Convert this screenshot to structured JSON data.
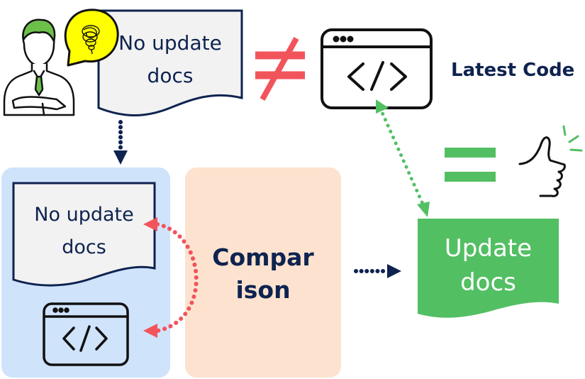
{
  "diagram": {
    "top_doc": {
      "line1": "No update",
      "line2": "docs"
    },
    "latest_code_label": "Latest Code",
    "not_equal_symbol": "≠",
    "left_panel_doc": {
      "line1": "No update",
      "line2": "docs"
    },
    "comparison": {
      "line1": "Compar",
      "line2": "ison"
    },
    "updated_doc": {
      "line1": "Update",
      "line2": "docs"
    },
    "icons": {
      "person": "businessman-arms-crossed-icon",
      "speech": "confused-speech-bubble-icon",
      "code_window": "code-window-icon",
      "thumbs_up": "thumbs-up-icon",
      "equal": "equal-sign-icon"
    },
    "colors": {
      "navy": "#0e2350",
      "red": "#f2545b",
      "green": "#52bf63",
      "doc_fill": "#f2f2f2",
      "left_panel": "#cfe3fb",
      "comparison_panel": "#fde3cf",
      "speech_yellow": "#ffff00"
    }
  }
}
